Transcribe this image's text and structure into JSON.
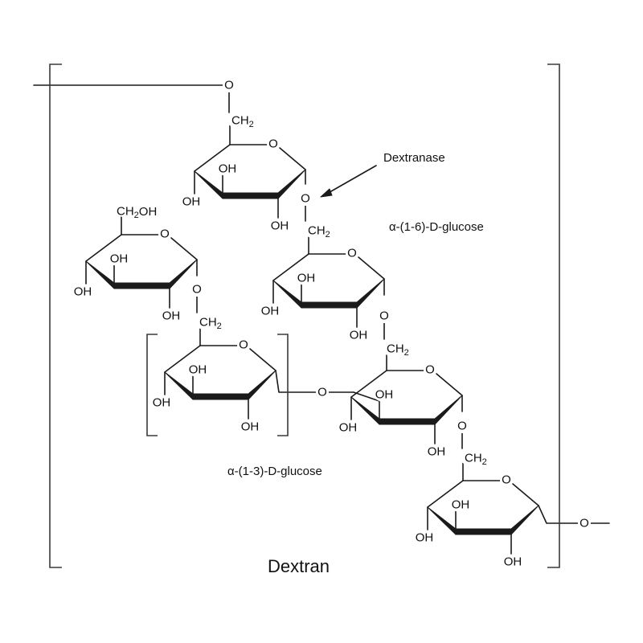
{
  "atoms": {
    "oxygen": "O",
    "hydroxyl": "OH",
    "methylene": "CH",
    "methylene_sub": "2",
    "hydroxymethyl_a": "CH",
    "hydroxymethyl_sub": "2",
    "hydroxymethyl_b": "OH"
  },
  "labels": {
    "enzyme": "Dextranase",
    "linkage_16": "α-(1-6)-D-glucose",
    "linkage_13": "α-(1-3)-D-glucose",
    "polymer": "Dextran"
  },
  "colors": {
    "ink": "#1a1a1a",
    "bracket": "#3a3a3a",
    "background": "#ffffff"
  }
}
